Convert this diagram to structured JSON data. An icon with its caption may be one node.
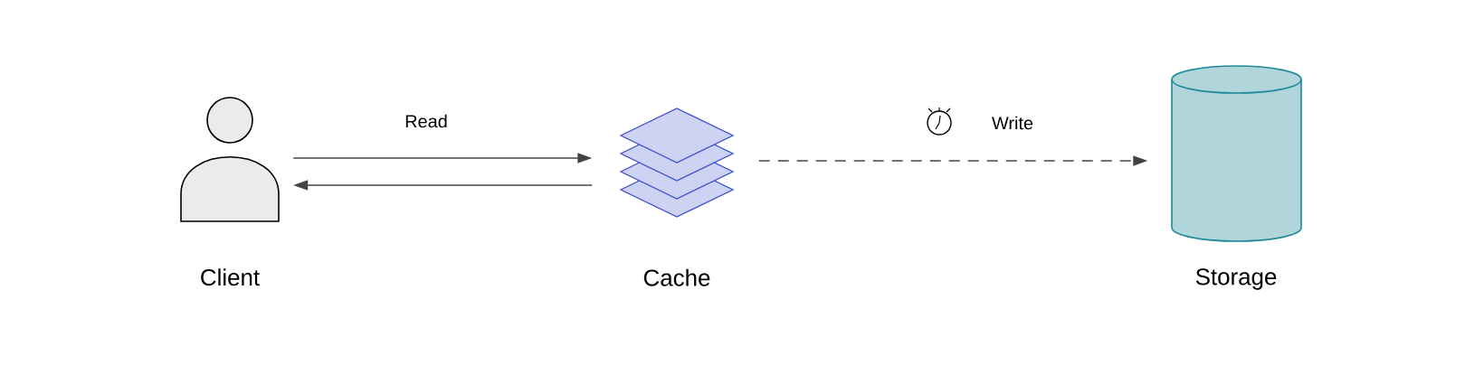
{
  "diagram": {
    "nodes": [
      {
        "text": [
          "Client"
        ]
      },
      {
        "text": [
          "Cache"
        ]
      },
      {
        "text": [
          "Storage"
        ]
      }
    ],
    "edges": [
      {
        "from": 0,
        "to": 1,
        "arrow": "to",
        "label": "Read"
      },
      {
        "from": 1,
        "to": 0,
        "arrow": "to"
      },
      {
        "from": 1,
        "to": 2,
        "arrow": "to",
        "label": "Write",
        "style": "dashed"
      }
    ]
  }
}
